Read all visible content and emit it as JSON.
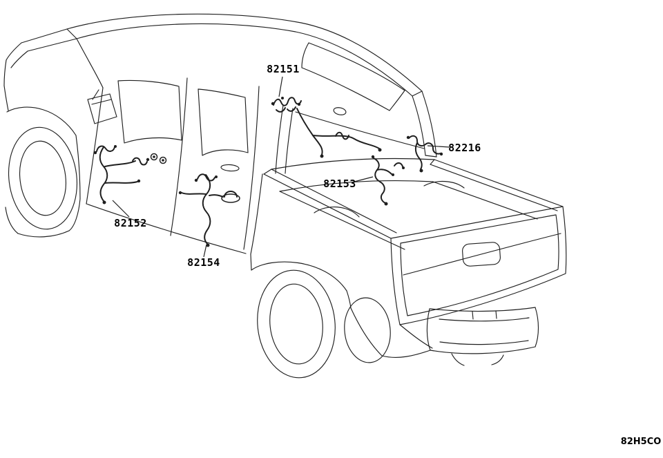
{
  "diagram": {
    "code": "82H5CO",
    "parts": {
      "roof_harness": "82151",
      "cab_rear_harness": "82216",
      "bed_front_harness": "82153",
      "front_door_harness": "82152",
      "rear_door_harness": "82154"
    }
  },
  "colors": {
    "line": "#1f1f1f",
    "label_text": "#000000",
    "background": "#ffffff"
  }
}
